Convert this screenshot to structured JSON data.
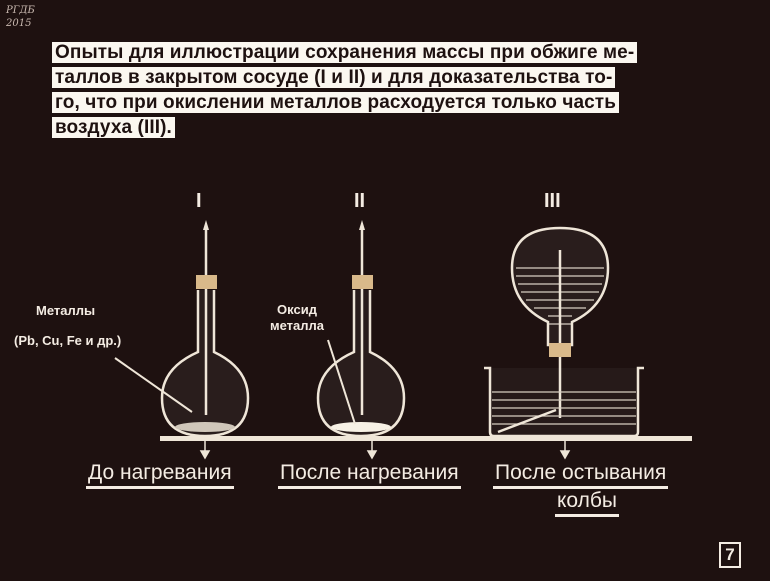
{
  "watermark": {
    "org": "РГДБ",
    "year": "2015"
  },
  "title": "Опыты для иллюстрации сохранения массы при обжиге металлов в закрытом сосуде (I и II) и для доказательства того, что при окислении металлов расходуется только часть воздуха (III).",
  "title_lines": [
    "Опыты для иллюстрации сохранения массы при обжиге ме-",
    "таллов в закрытом сосуде (I и II) и для доказательства то-",
    "го, что при окислении металлов расходуется только часть",
    "воздуха (III)."
  ],
  "experiments": [
    {
      "numeral": "I",
      "caption": "До нагревания"
    },
    {
      "numeral": "II",
      "caption": "После нагревания"
    },
    {
      "numeral": "III",
      "caption": "После остывания",
      "caption_line2": "колбы"
    }
  ],
  "labels": {
    "metals": "Металлы",
    "metals_examples": "(Pb, Cu, Fe и др.)",
    "oxide_line1": "Оксид",
    "oxide_line2": "металла"
  },
  "slide_number": "7"
}
